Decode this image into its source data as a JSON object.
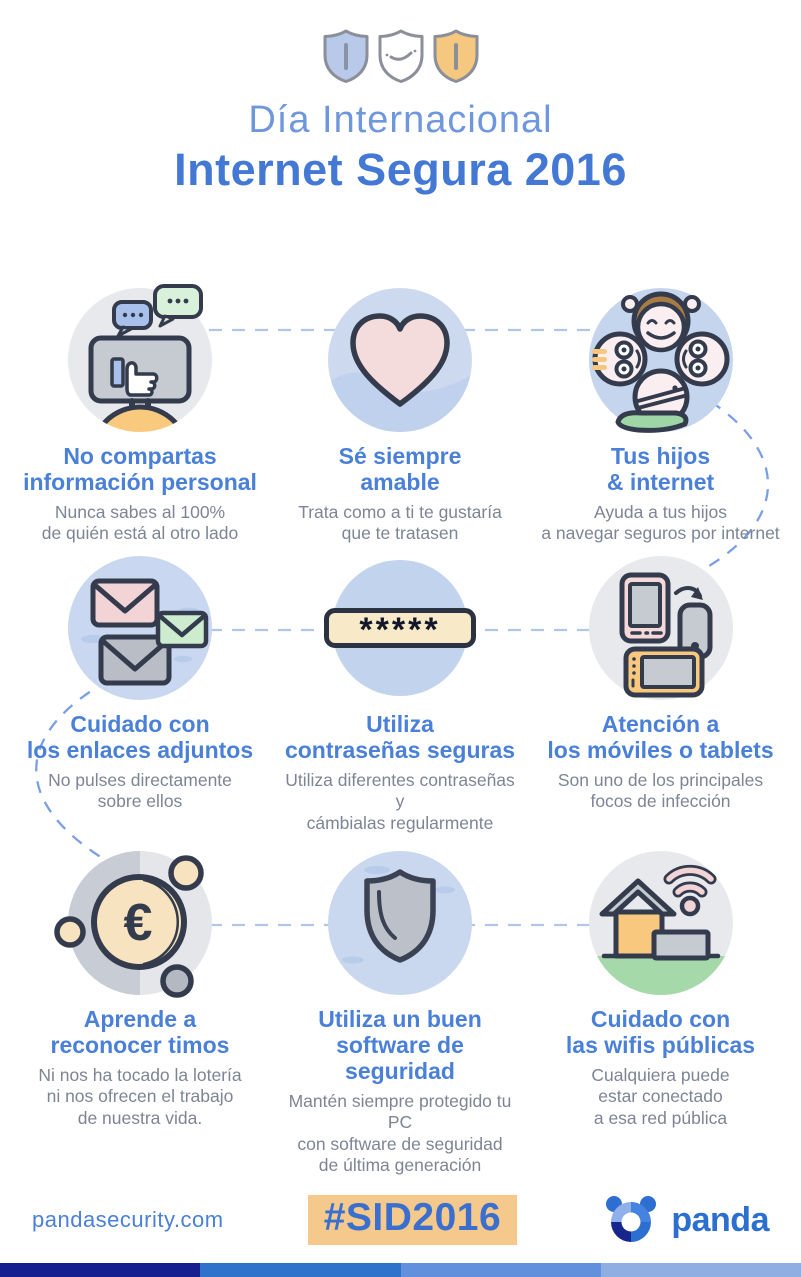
{
  "header": {
    "title_line1": "Día Internacional",
    "title_line2": "Internet Segura 2016",
    "shield_icons": [
      "shield-blue-icon",
      "shield-smile-icon",
      "shield-orange-icon"
    ]
  },
  "items": [
    {
      "icon": "monitor-like-chat-icon",
      "title": "No compartas\ninformación personal",
      "desc": "Nunca sabes al 100%\nde quién está al otro lado"
    },
    {
      "icon": "heart-icon",
      "title": "Sé siempre\namable",
      "desc": "Trata como a ti te gustaría\nque te tratasen"
    },
    {
      "icon": "children-faces-icon",
      "title": "Tus hijos\n& internet",
      "desc": "Ayuda a tus hijos\na navegar seguros por internet"
    },
    {
      "icon": "envelopes-icon",
      "title": "Cuidado con\nlos enlaces adjuntos",
      "desc": "No pulses directamente\nsobre ellos"
    },
    {
      "icon": "password-field-icon",
      "icon_text": "*****",
      "title": "Utiliza\ncontraseñas seguras",
      "desc": "Utiliza diferentes contraseñas y\ncámbialas regularmente"
    },
    {
      "icon": "mobile-devices-icon",
      "title": "Atención a\nlos móviles o tablets",
      "desc": "Son uno de los principales\nfocos de infección"
    },
    {
      "icon": "euro-coin-icon",
      "icon_text": "€",
      "title": "Aprende a\nreconocer timos",
      "desc": "Ni nos ha tocado la lotería\nni nos ofrecen el trabajo\nde nuestra vida."
    },
    {
      "icon": "security-shield-icon",
      "title": "Utiliza un buen\nsoftware de seguridad",
      "desc": "Mantén siempre protegido tu PC\ncon software de seguridad\nde última generación"
    },
    {
      "icon": "home-wifi-icon",
      "title": "Cuidado con\nlas wifis públicas",
      "desc": "Cualquiera puede\nestar conectado\na esa red pública"
    }
  ],
  "footer": {
    "url": "pandasecurity.com",
    "hashtag": "#SID2016",
    "brand": "panda"
  },
  "colors": {
    "title_light": "#6F97DD",
    "title_bold": "#4478D5",
    "item_title_blue": "#4A80D8",
    "desc_gray": "#7D8595",
    "hashtag_bg": "#F5C98C",
    "hashtag_text": "#3A6FD0",
    "bar": [
      "#161F8F",
      "#2E72CC",
      "#6290DC",
      "#8FAFE2"
    ]
  }
}
